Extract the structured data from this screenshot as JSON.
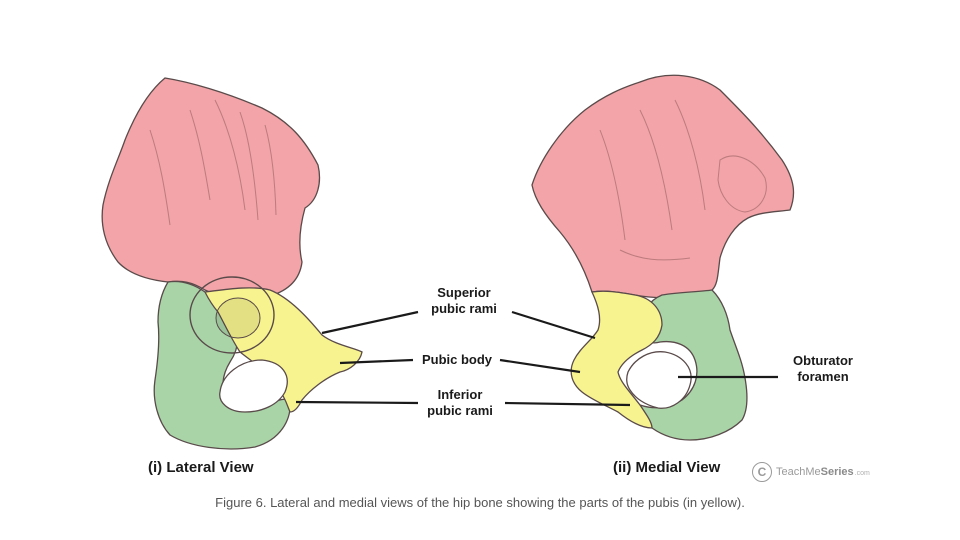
{
  "colors": {
    "ilium": "#f2a4a8",
    "pubis": "#f7f38f",
    "ischium": "#a8d4a8",
    "outline": "#5a4a4a",
    "caption_text": "#555555"
  },
  "labels": {
    "superior_pubic_rami": [
      "Superior",
      "pubic rami"
    ],
    "pubic_body": "Pubic body",
    "inferior_pubic_rami": [
      "Inferior",
      "pubic rami"
    ],
    "obturator_foramen": [
      "Obturator",
      "foramen"
    ]
  },
  "views": {
    "lateral": "(i) Lateral View",
    "medial": "(ii) Medial View"
  },
  "caption": "Figure 6. Lateral and medial views of the hip bone showing the parts of the pubis (in yellow).",
  "brand": {
    "symbol": "C",
    "name_prefix": "TeachMe",
    "name_suffix": "Series",
    "domain": ".com"
  }
}
